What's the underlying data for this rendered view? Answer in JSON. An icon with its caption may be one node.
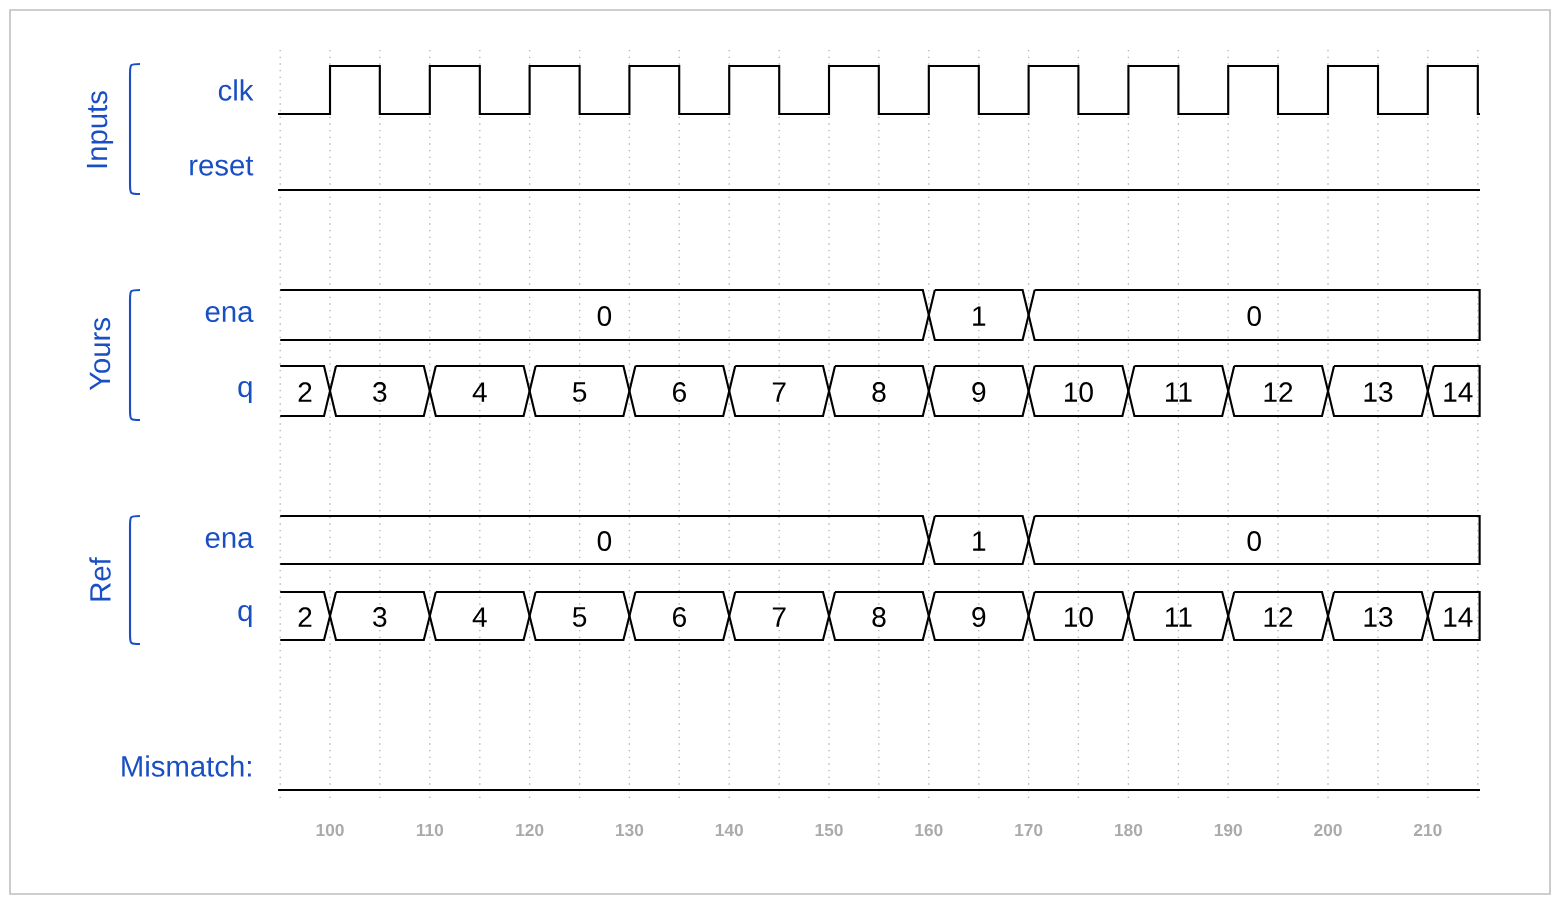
{
  "diagram": {
    "nodes": [
      {
        "text": [
          "0"
        ]
      },
      {
        "text": [
          "1"
        ]
      },
      {
        "text": [
          "0"
        ]
      },
      {
        "text": [
          "2"
        ]
      },
      {
        "text": [
          "3"
        ]
      },
      {
        "text": [
          "4"
        ]
      },
      {
        "text": [
          "5"
        ]
      },
      {
        "text": [
          "6"
        ]
      },
      {
        "text": [
          "7"
        ]
      },
      {
        "text": [
          "8"
        ]
      },
      {
        "text": [
          "9"
        ]
      },
      {
        "text": [
          "10"
        ]
      },
      {
        "text": [
          "11"
        ]
      },
      {
        "text": [
          "12"
        ]
      },
      {
        "text": [
          "13"
        ]
      },
      {
        "text": [
          "14"
        ]
      },
      {
        "text": [
          "0"
        ]
      },
      {
        "text": [
          "1"
        ]
      },
      {
        "text": [
          "0"
        ]
      },
      {
        "text": [
          "2"
        ]
      },
      {
        "text": [
          "3"
        ]
      },
      {
        "text": [
          "4"
        ]
      },
      {
        "text": [
          "5"
        ]
      },
      {
        "text": [
          "6"
        ]
      },
      {
        "text": [
          "7"
        ]
      },
      {
        "text": [
          "8"
        ]
      },
      {
        "text": [
          "9"
        ]
      },
      {
        "text": [
          "10"
        ]
      },
      {
        "text": [
          "11"
        ]
      },
      {
        "text": [
          "12"
        ]
      },
      {
        "text": [
          "13"
        ]
      },
      {
        "text": [
          "14"
        ]
      }
    ],
    "labels": [
      "Inputs",
      "clk",
      "reset",
      "Yours",
      "ena",
      "q",
      "Ref",
      "ena",
      "q",
      "Mismatch:",
      "100",
      "110",
      "120",
      "130",
      "140",
      "150",
      "160",
      "170",
      "180",
      "190",
      "200",
      "210"
    ]
  }
}
